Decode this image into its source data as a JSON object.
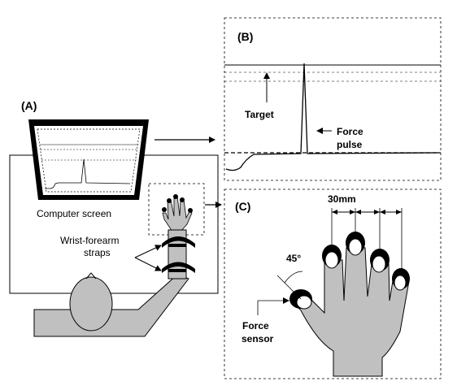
{
  "panels": {
    "a": "(A)",
    "b": "(B)",
    "c": "(C)"
  },
  "labels": {
    "computer_screen": "Computer screen",
    "straps_line1": "Wrist-forearm",
    "straps_line2": "straps",
    "target": "Target",
    "force_pulse_line1": "Force",
    "force_pulse_line2": "pulse",
    "spacing": "30mm",
    "angle": "45°",
    "force_sensor_line1": "Force",
    "force_sensor_line2": "sensor"
  },
  "colors": {
    "body_fill": "#c0c0c0",
    "line": "#000000"
  }
}
